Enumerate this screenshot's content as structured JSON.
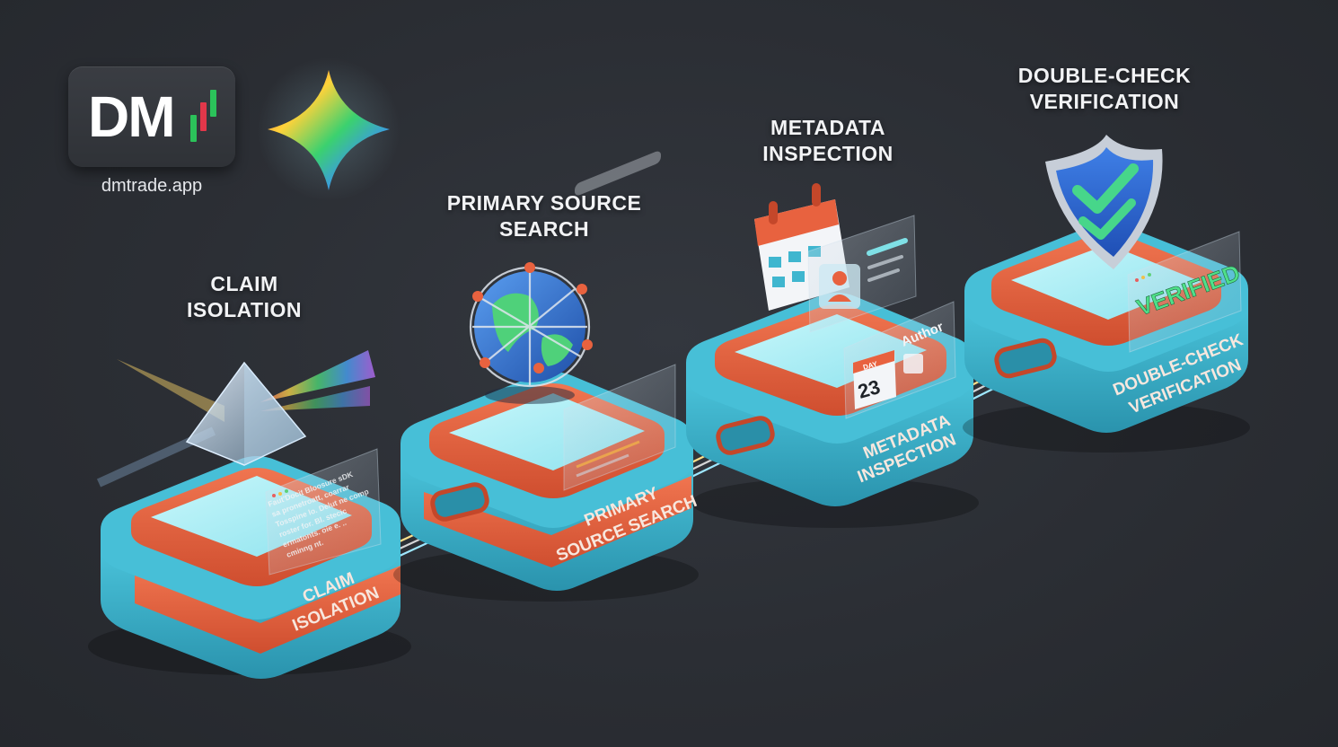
{
  "brand": {
    "logo_text": "DM",
    "site": "dmtrade.app",
    "bar_colors": [
      "#2bc25a",
      "#e2374a",
      "#2bc25a"
    ]
  },
  "steps": [
    {
      "title_lines": [
        "CLAIM",
        "ISOLATION"
      ],
      "band_lines": [
        "CLAIM",
        "ISOLATION"
      ]
    },
    {
      "title_lines": [
        "PRIMARY SOURCE",
        "SEARCH"
      ],
      "band_lines": [
        "PRIMARY",
        "SOURCE SEARCH"
      ]
    },
    {
      "title_lines": [
        "METADATA",
        "INSPECTION"
      ],
      "band_lines": [
        "METADATA",
        "INSPECTION"
      ]
    },
    {
      "title_lines": [
        "DOUBLE-CHECK",
        "VERIFICATION"
      ],
      "band_lines": [
        "DOUBLE-CHECK",
        "VERIFICATION"
      ]
    }
  ],
  "panels": {
    "claim_text_lines": [
      "Faut'Docit Bloosure sDK",
      "sa pronetroatt, coarrar",
      "Tosspine lo. Delut ne comp",
      "roster for. Bl. stecic",
      "ermatonts. oie e. ..",
      "cminng nt."
    ],
    "metadata_author": "Author",
    "metadata_date_label": "DAY",
    "metadata_date_number": "23",
    "verified_label": "VERIFIED"
  },
  "colors": {
    "teal": "#3fb6cf",
    "teal_dark": "#2a8fa8",
    "coral": "#e8623f",
    "coral_dark": "#c4472a",
    "screen": "#a9eef6",
    "background": "#2b2e34"
  }
}
